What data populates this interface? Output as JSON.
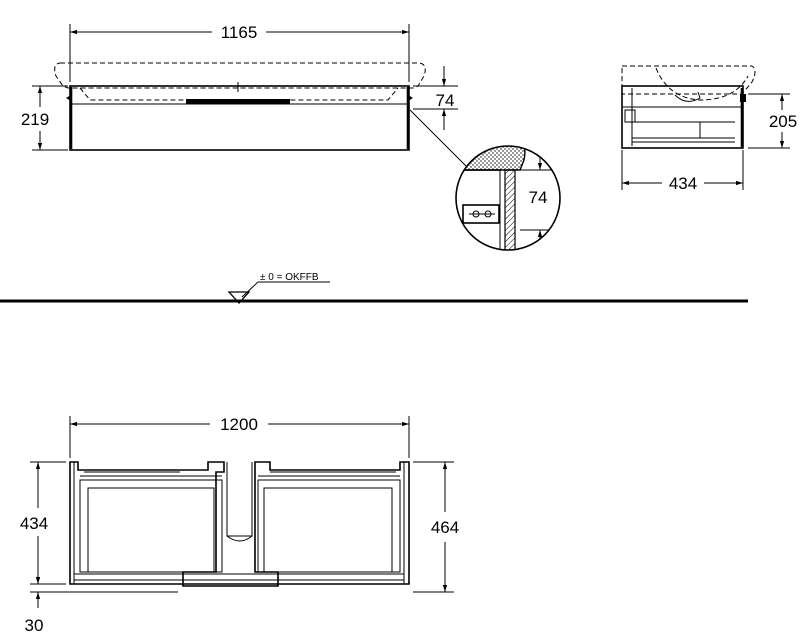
{
  "dimensions": {
    "top_width": "1165",
    "top_height": "219",
    "top_lip": "74",
    "side_height": "205",
    "side_depth": "434",
    "detail_height": "74",
    "plan_width": "1200",
    "plan_depth_left": "434",
    "plan_depth_right": "464",
    "plan_offset": "30"
  },
  "floor_label": "± 0 = OKFFB"
}
